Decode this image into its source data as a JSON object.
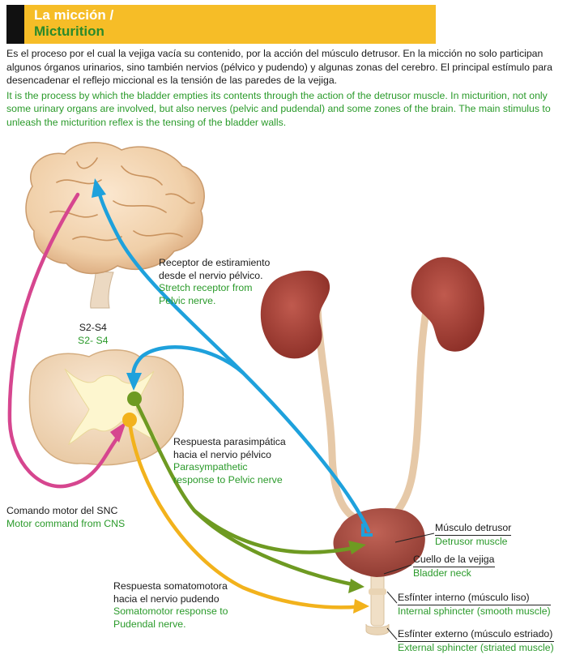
{
  "header": {
    "title_es": "La micción /",
    "title_en": "Micturition",
    "colors": {
      "banner": "#f6bd27",
      "bar": "#111111",
      "english": "#2a8a2a"
    }
  },
  "intro": {
    "es": "Es el proceso por el cual la vejiga vacía su contenido, por la acción del músculo detrusor. En la micción no solo participan algunos órganos urinarios, sino también nervios (pélvico y pudendo) y algunas zonas del cerebro. El principal estímulo para desencadenar el reflejo miccional es la tensión de las paredes de la vejiga.",
    "en": "It is the process by which the bladder empties its contents through the action of the detrusor muscle. In micturition, not only some urinary organs are involved, but also nerves (pelvic and pudendal) and some zones of the brain. The main stimulus to unleash the micturition reflex is the tensing of the bladder walls."
  },
  "labels": {
    "stretch": {
      "es1": "Receptor de estiramiento",
      "es2": "desde el nervio pélvico.",
      "en1": "Stretch receptor from",
      "en2": "Pelvic nerve."
    },
    "segment": {
      "es": "S2-S4",
      "en": "S2- S4"
    },
    "parasym": {
      "es1": "Respuesta parasimpática",
      "es2": "hacia el nervio pélvico",
      "en1": "Parasympathetic",
      "en2": "response to Pelvic nerve"
    },
    "motor": {
      "es": "Comando motor del SNC",
      "en": "Motor command from CNS"
    },
    "somato": {
      "es1": "Respuesta somatomotora",
      "es2": "hacia el nervio pudendo",
      "en1": "Somatomotor response  to",
      "en2": "Pudendal nerve."
    },
    "detrusor": {
      "es": "Músculo detrusor",
      "en": "Detrusor muscle"
    },
    "neck": {
      "es": "Cuello de la vejiga",
      "en": "Bladder neck"
    },
    "internal": {
      "es": "Esfínter interno (músculo liso)",
      "en": "Internal sphincter (smooth muscle)"
    },
    "external": {
      "es": "Esfínter externo (músculo estriado)",
      "en": "External sphincter (striated muscle)"
    }
  },
  "pathway_colors": {
    "sensory": "#1ea1dc",
    "parasympathetic": "#6e9a22",
    "somatomotor": "#f2b21c",
    "cns_command": "#d6468f"
  }
}
